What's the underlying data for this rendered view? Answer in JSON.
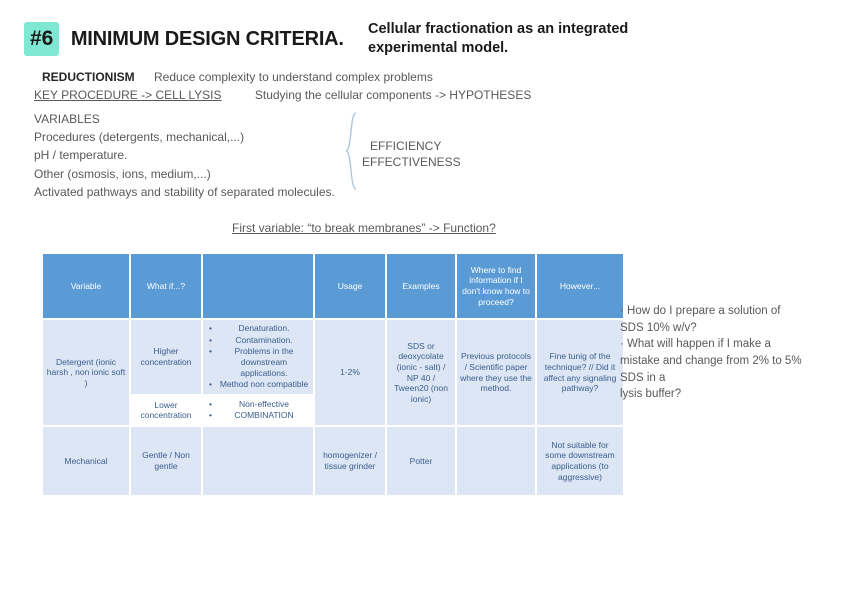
{
  "header": {
    "badge": "#6",
    "title": "MINIMUM DESIGN CRITERIA.",
    "subtitle": "Cellular fractionation as an integrated experimental model."
  },
  "reductionism": {
    "label": "REDUCTIONISM",
    "text": "Reduce complexity to understand complex problems",
    "key_procedure": "KEY PROCEDURE -> CELL LYSIS",
    "key_note": "Studying the cellular components -> HYPOTHESES"
  },
  "variables": {
    "heading": "VARIABLES",
    "items": [
      "Procedures (detergents, mechanical,...)",
      "pH / temperature.",
      "Other (osmosis, ions, medium,...)",
      "Activated pathways and stability of separated molecules."
    ],
    "brace_labels": [
      "EFFICIENCY",
      "EFFECTIVENESS"
    ]
  },
  "section_title": "First variable: “to break membranes” -> Function?",
  "table": {
    "headers": [
      "Variable",
      "What if...?",
      "",
      "Usage",
      "Examples",
      "Where to find information if I don't know how to proceed?",
      "However..."
    ],
    "rows": [
      {
        "variable": "Detergent (ionic  harsh , non ionic  soft )",
        "subrows": [
          {
            "what_if": "Higher concentration",
            "bullets": [
              "Denaturation.",
              "Contamination.",
              "Problems in the downstream applications.",
              "Method non compatible"
            ]
          },
          {
            "what_if": "Lower concentration",
            "bullets": [
              "Non-effective",
              "COMBINATION"
            ]
          }
        ],
        "usage": "1-2%",
        "examples": "SDS or deoxycolate (ionic - salt) / NP 40 / Tween20 (non ionic)",
        "where": "Previous protocols / Scientific paper where they use the method.",
        "however": "Fine tunig of the technique? // Did it affect any signaling pathway?"
      },
      {
        "variable": "Mechanical",
        "what_if": "Gentle / Non gentle",
        "blank": "",
        "usage": "homogenizer / tissue grinder",
        "examples": "Potter",
        "where": "",
        "however": "Not suitable for some downstream applications (to aggressive)"
      }
    ]
  },
  "notes": [
    "· How do I prepare a solution of",
    "SDS 10% w/v?",
    "· What will happen if I make a",
    "mistake and change from 2% to 5%",
    "SDS in a",
    "lysis buffer?"
  ],
  "colors": {
    "badge": "#7FE8D2",
    "table_header": "#5B9BD5",
    "table_cell": "#DCE6F5",
    "text": "#595959",
    "table_text": "#3C5D8A"
  }
}
